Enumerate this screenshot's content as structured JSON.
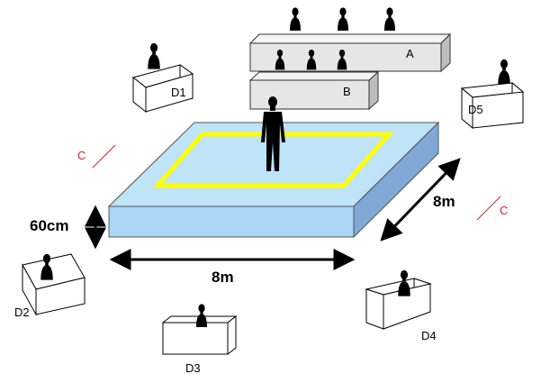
{
  "labels": {
    "judge_a": "A",
    "judge_b": "B",
    "d1": "D1",
    "d2": "D2",
    "d3": "D3",
    "d4": "D4",
    "d5": "D5",
    "c_left": "C",
    "c_right": "C",
    "height": "60cm",
    "width_front": "8m",
    "width_side": "8m"
  },
  "colors": {
    "mat_top": "#bfe3f7",
    "mat_front": "#a9d6f5",
    "mat_side": "#7fa8d6",
    "boundary": "#ffff00",
    "c_mark": "#e02020",
    "table_face": "#e6e6e6",
    "desk_face": "#ffffff"
  },
  "icons": {
    "person": "person-silhouette-icon",
    "seated": "seated-person-icon"
  }
}
